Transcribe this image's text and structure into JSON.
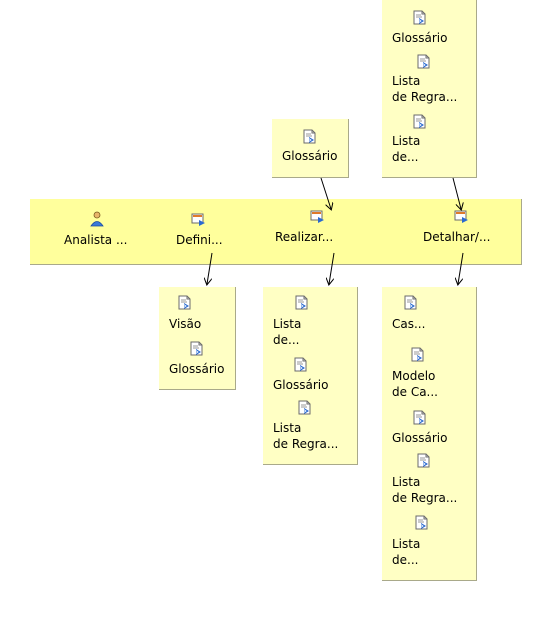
{
  "lane": {
    "items": [
      {
        "label": "Analista ...",
        "icon": "role-icon"
      },
      {
        "label": "Defini...",
        "icon": "task-icon"
      },
      {
        "label": "Realizar...",
        "icon": "task-icon"
      },
      {
        "label": "Detalhar/...",
        "icon": "task-icon"
      }
    ]
  },
  "inputs": {
    "realizar": {
      "items": [
        {
          "label": "Glossário"
        }
      ]
    },
    "detalhar": {
      "items": [
        {
          "label": "Glossário"
        },
        {
          "label": "Lista\nde Regra..."
        },
        {
          "label": "Lista\nde..."
        }
      ]
    }
  },
  "outputs": {
    "definir": {
      "items": [
        {
          "label": "Visão"
        },
        {
          "label": "Glossário"
        }
      ]
    },
    "realizar": {
      "items": [
        {
          "label": "Lista\nde..."
        },
        {
          "label": "Glossário"
        },
        {
          "label": "Lista\nde Regra..."
        }
      ]
    },
    "detalhar": {
      "items": [
        {
          "label": "Cas..."
        },
        {
          "label": "Modelo\nde Ca..."
        },
        {
          "label": "Glossário"
        },
        {
          "label": "Lista\nde Regra..."
        },
        {
          "label": "Lista\nde..."
        }
      ]
    }
  },
  "colors": {
    "lane": "#ffff9c",
    "box": "#ffffc4",
    "icon_blue": "#2a6ad0",
    "icon_orange": "#e07a2a"
  }
}
